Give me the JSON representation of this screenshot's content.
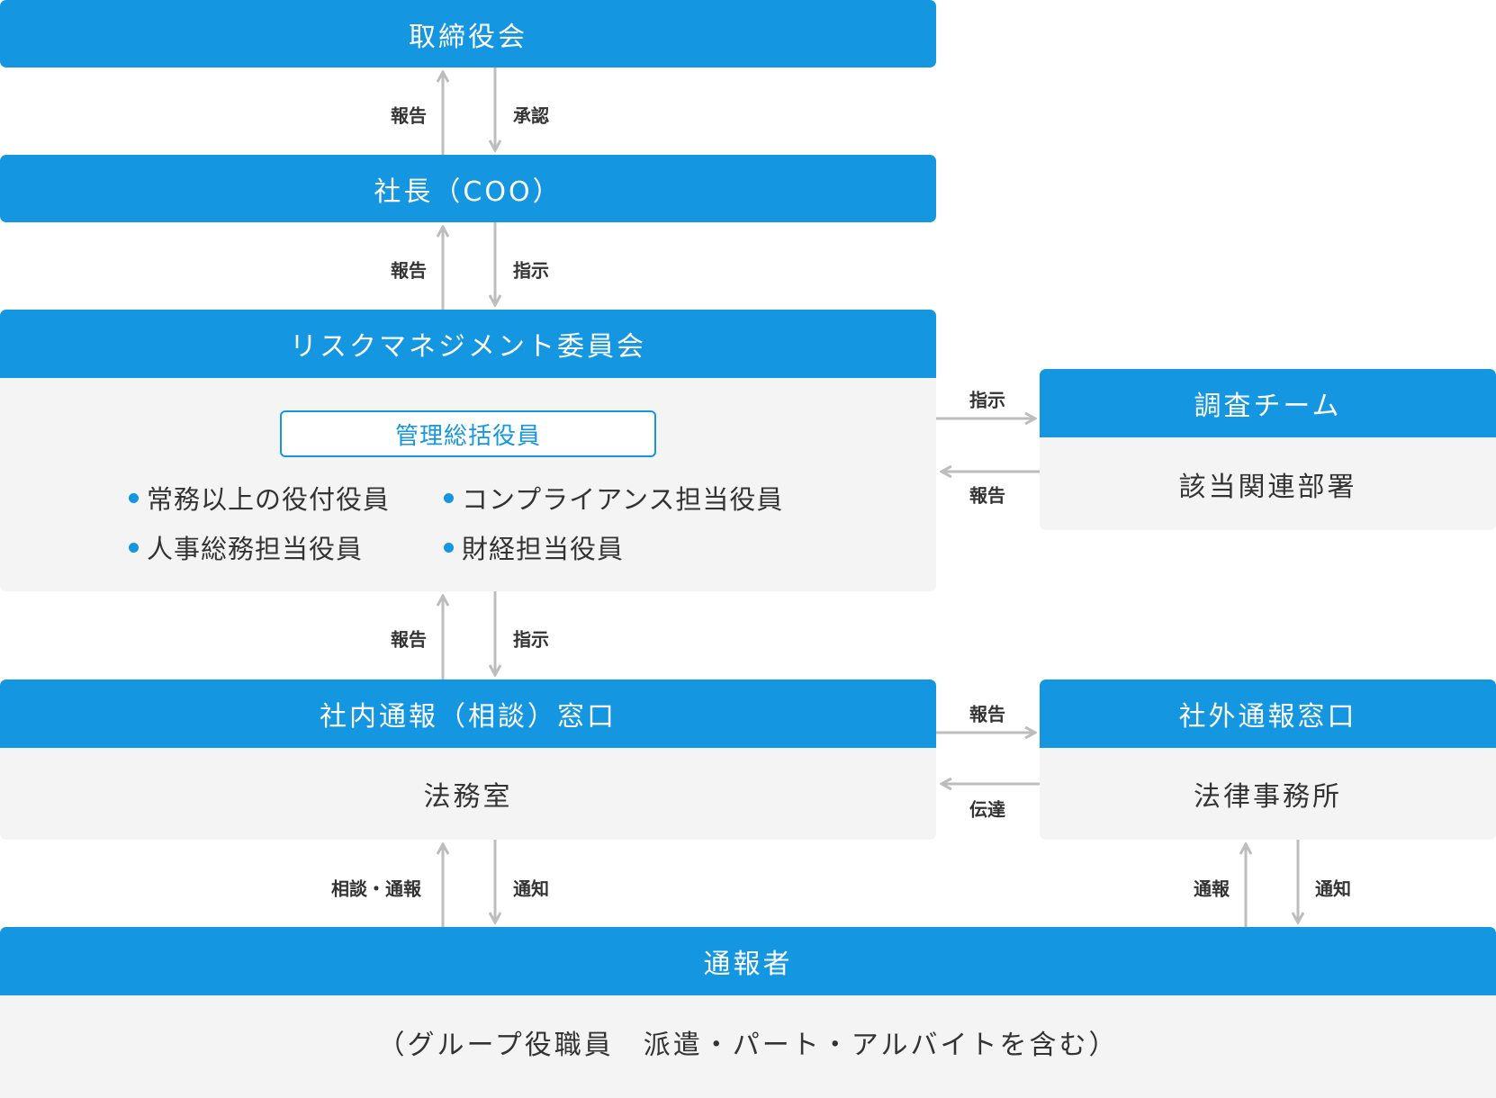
{
  "board": "取締役会",
  "president": "社長（COO）",
  "risk_committee": {
    "title": "リスクマネジメント委員会",
    "chief": "管理総括役員",
    "members": [
      "常務以上の役付役員",
      "コンプライアンス担当役員",
      "人事総務担当役員",
      "財経担当役員"
    ]
  },
  "investigation": {
    "title": "調査チーム",
    "body": "該当関連部署"
  },
  "internal_desk": {
    "title": "社内通報（相談）窓口",
    "body": "法務室"
  },
  "external_desk": {
    "title": "社外通報窓口",
    "body": "法律事務所"
  },
  "reporter": {
    "title": "通報者",
    "body": "（グループ役職員　派遣・パート・アルバイトを含む）"
  },
  "labels": {
    "report": "報告",
    "approve": "承認",
    "instruct": "指示",
    "transmit": "伝達",
    "consult_report": "相談・通報",
    "notify": "通知",
    "whistle": "通報"
  },
  "colors": {
    "accent": "#1497e0",
    "panel": "#f4f4f4",
    "arrow": "#bdbdbd"
  }
}
